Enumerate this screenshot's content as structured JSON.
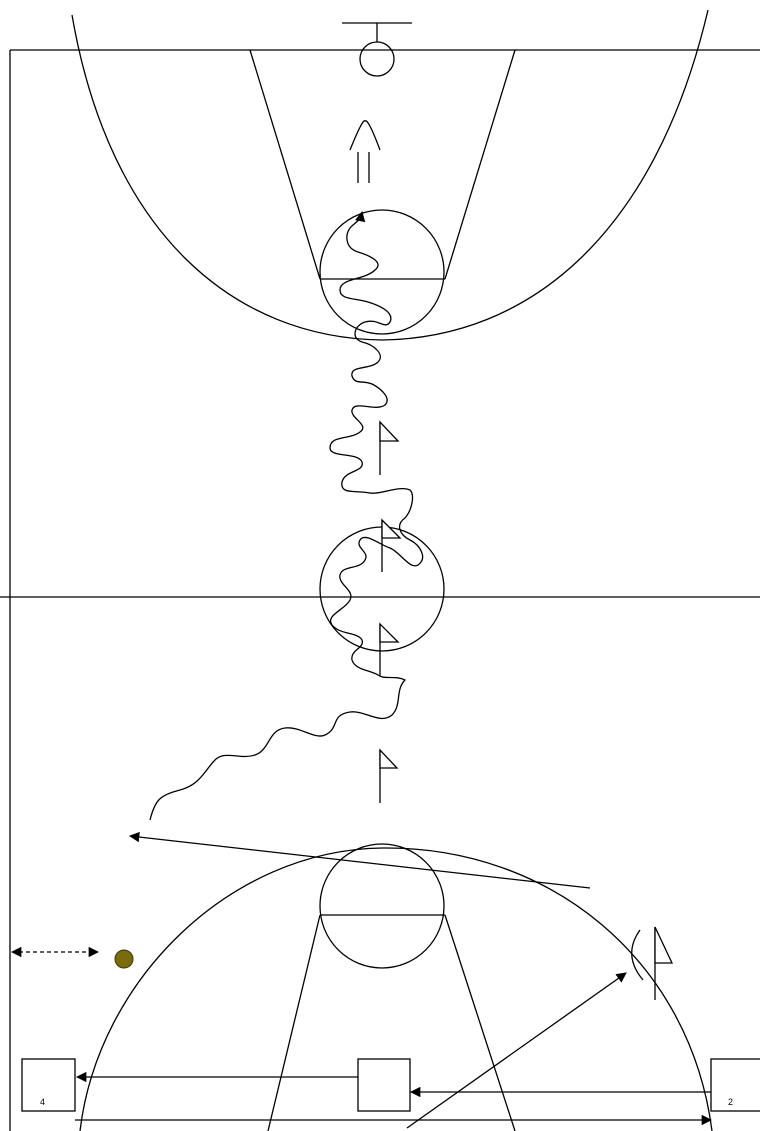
{
  "diagram": {
    "kind": "basketball court drill",
    "colors": {
      "lines": "#000000",
      "ball": "#7a6b0c",
      "background": "#ffffff"
    },
    "players": [
      {
        "id": "left",
        "label": "4"
      },
      {
        "id": "middle",
        "label": ""
      },
      {
        "id": "right",
        "label": "2"
      }
    ],
    "cones": 5,
    "icons": [
      "basket-icon",
      "ball-icon",
      "cone-icon",
      "flag-icon"
    ]
  }
}
